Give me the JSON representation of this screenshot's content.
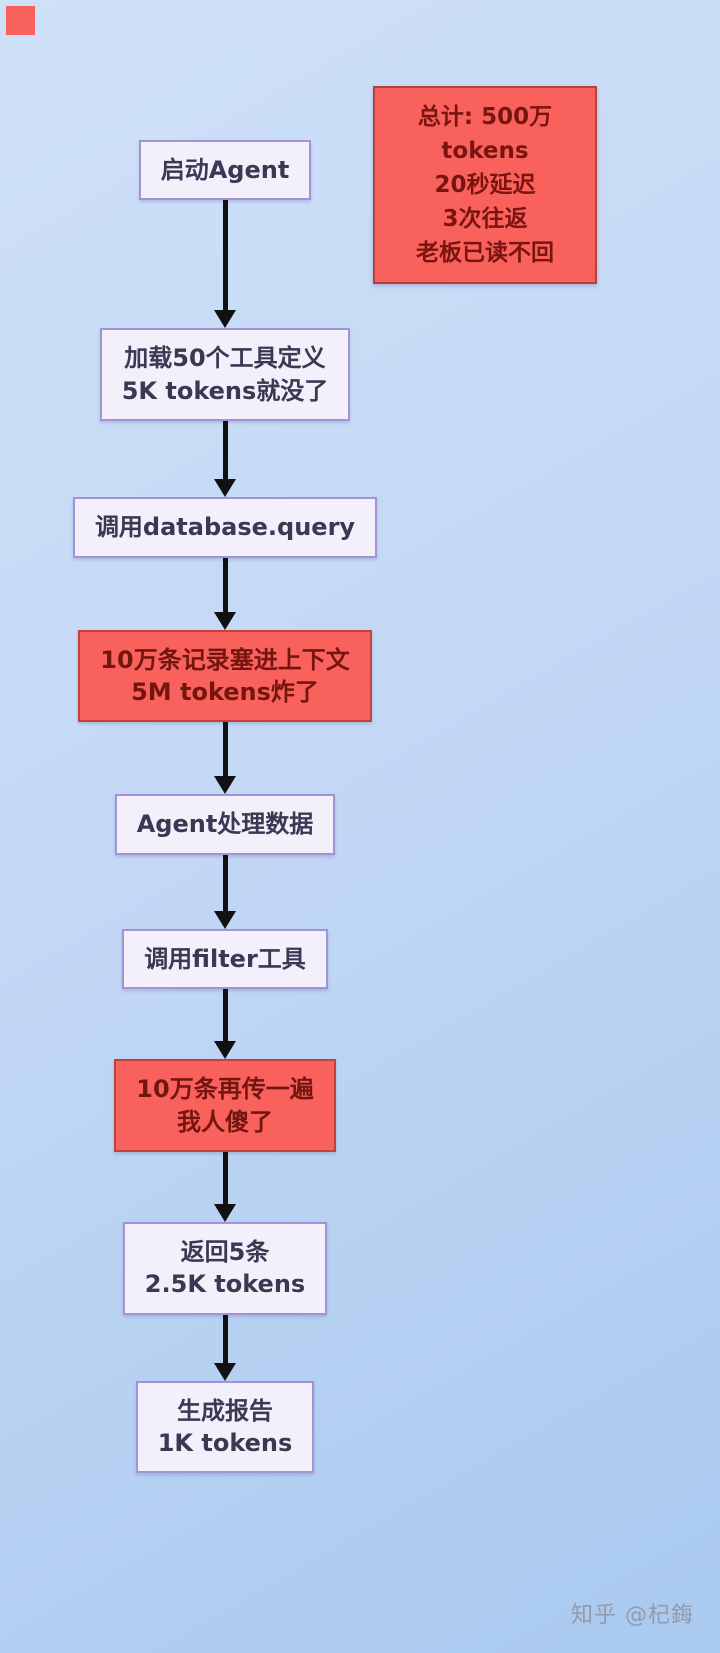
{
  "summary": {
    "text": "总计: 500万tokens\n20秒延迟\n3次往返\n老板已读不回"
  },
  "flow": {
    "nodes": [
      {
        "id": "start-agent",
        "type": "normal",
        "text": "启动Agent"
      },
      {
        "id": "load-tool-defs",
        "type": "normal",
        "text": "加载50个工具定义\n5K tokens就没了"
      },
      {
        "id": "call-database-query",
        "type": "normal",
        "text": "调用database.query"
      },
      {
        "id": "records-into-context",
        "type": "alert",
        "text": "10万条记录塞进上下文\n5M tokens炸了"
      },
      {
        "id": "agent-process-data",
        "type": "normal",
        "text": "Agent处理数据"
      },
      {
        "id": "call-filter-tool",
        "type": "normal",
        "text": "调用filter工具"
      },
      {
        "id": "resend-records",
        "type": "alert",
        "text": "10万条再传一遍\n我人傻了"
      },
      {
        "id": "return-5-records",
        "type": "normal",
        "text": "返回5条\n2.5K tokens"
      },
      {
        "id": "generate-report",
        "type": "normal",
        "text": "生成报告\n1K tokens"
      }
    ]
  },
  "watermark": {
    "text": "知乎 @杞鋂"
  },
  "colors": {
    "alert_bg": "#f9625c",
    "alert_border": "#c2413c",
    "alert_text": "#74150f",
    "normal_bg": "#f4f0fb",
    "normal_border": "#a093d6",
    "normal_text": "#3c3752",
    "arrow": "#111111",
    "background_top": "#cfe1f8",
    "background_bottom": "#a9c9ef"
  }
}
